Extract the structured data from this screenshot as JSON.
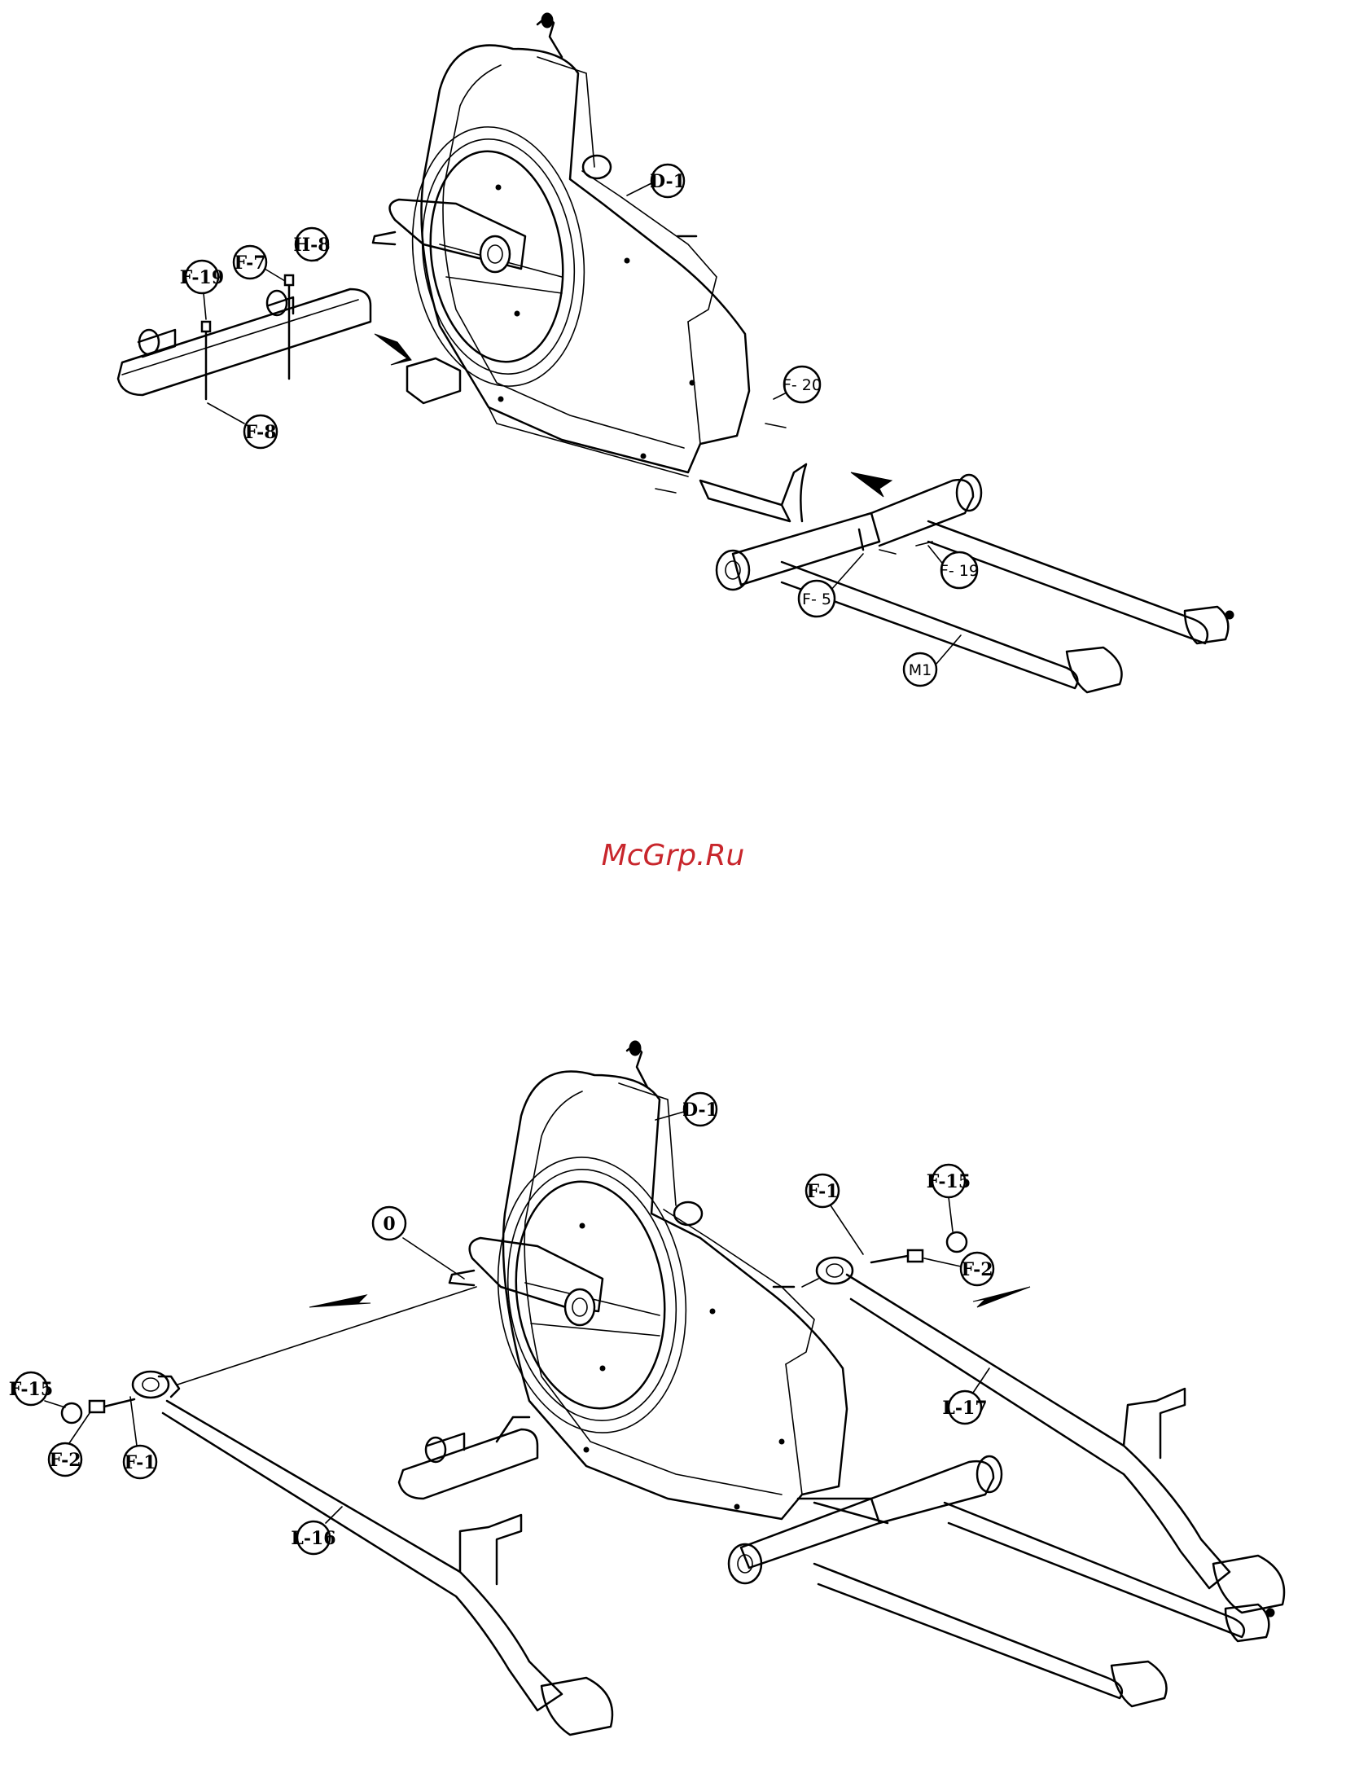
{
  "watermark": "McGrp.Ru",
  "colors": {
    "line": "#000000",
    "background": "#ffffff",
    "watermark": "#c8262c"
  },
  "top_figure": {
    "callouts": [
      "D-1",
      "H-8",
      "F-7",
      "F-19",
      "F-8",
      "F- 20",
      "F- 19",
      "F- 5",
      "M1"
    ]
  },
  "bottom_figure": {
    "callouts": [
      "D-1",
      "0",
      "F-1",
      "F-15",
      "F-2",
      "L-17",
      "F-15",
      "F-2",
      "F-1",
      "L-16"
    ]
  }
}
